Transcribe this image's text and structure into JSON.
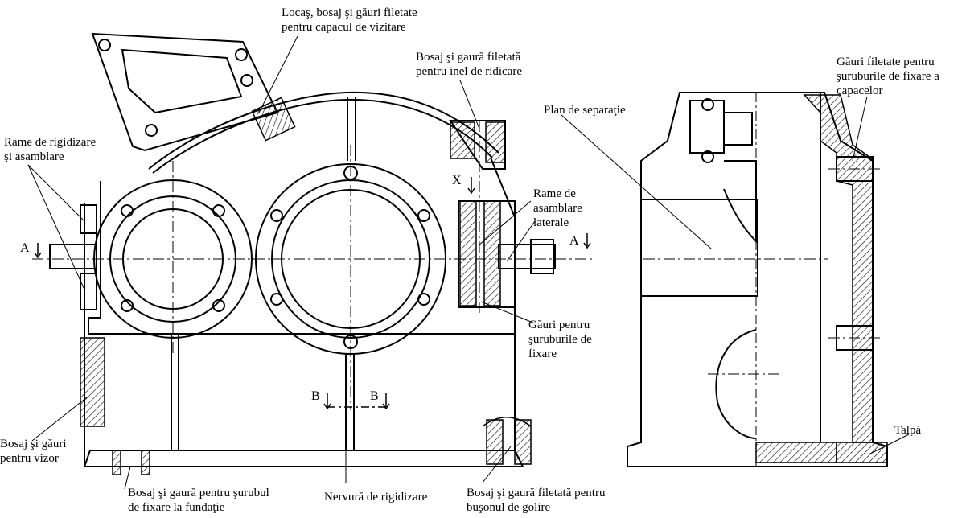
{
  "labels": {
    "locas": [
      "Locaş, bosaj şi găuri filetate",
      "pentru capacul de vizitare"
    ],
    "bosaj_inel": [
      "Bosaj şi gaură filetată",
      "pentru inel de ridicare"
    ],
    "plan": "Plan de separaţie",
    "gauri_capace": [
      "Găuri filetate pentru",
      "şuruburile de fixare a",
      "capacelor"
    ],
    "rame_rigid": [
      "Rame de rigidizare",
      "şi asamblare"
    ],
    "rame_lat": [
      "Rame de",
      "asamblare",
      "laterale"
    ],
    "gauri_fixare": [
      "Găuri pentru",
      "şuruburile de",
      "fixare"
    ],
    "bosaj_vizor": [
      "Bosaj şi găuri",
      "pentru vizor"
    ],
    "bosaj_fundatie": [
      "Bosaj şi gaură pentru şurubul",
      "de fixare la fundaţie"
    ],
    "nervura": "Nervură de rigidizare",
    "bosaj_golire": [
      "Bosaj şi gaură filetată pentru",
      "buşonul de golire"
    ],
    "talpa": "Talpă"
  },
  "sections": {
    "a_left": "A",
    "a_right": "A",
    "b_left": "B",
    "b_right": "B",
    "x": "X"
  }
}
